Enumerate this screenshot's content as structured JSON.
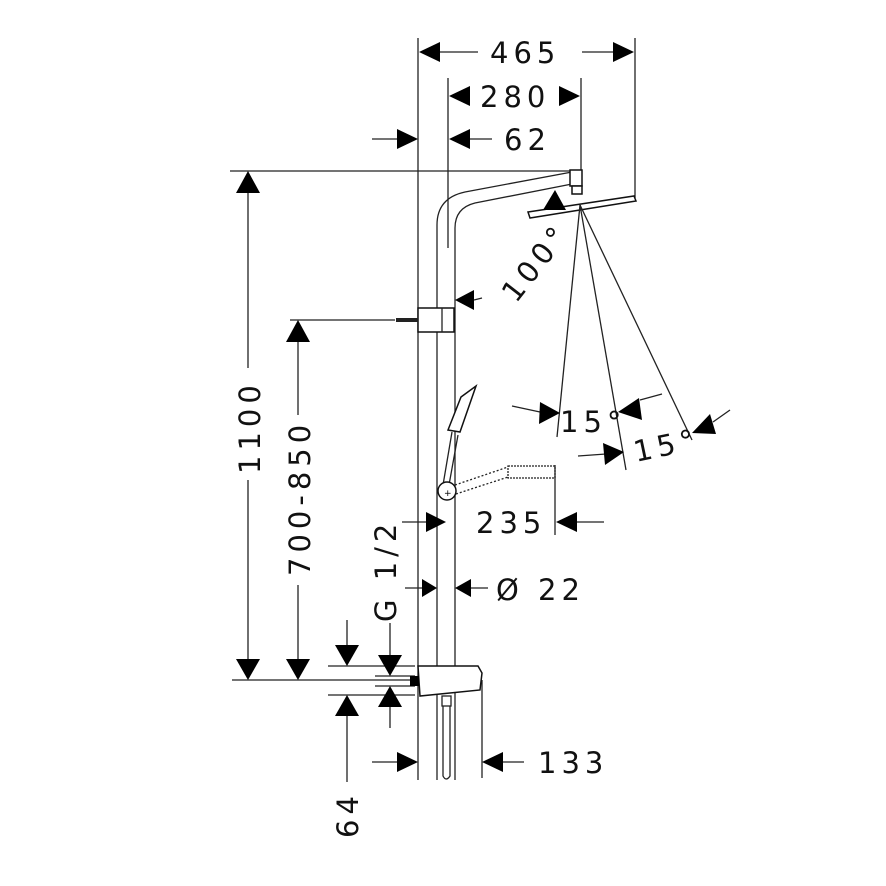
{
  "drawing": {
    "title": "Shower column dimension drawing",
    "units": "mm",
    "dimensions": {
      "overall_width": "465",
      "arm_projection": "280",
      "arm_offset": "62",
      "spray_angle": "100°",
      "spray_angle_inner": "15°",
      "spray_angle_outer": "15°",
      "hand_shower_projection": "235",
      "pipe_diameter": "Ø  22",
      "total_height": "1100",
      "mixer_height_range": "700-850",
      "connection_thread": "G 1/2",
      "connection_offset": "64",
      "mixer_depth": "133"
    }
  }
}
